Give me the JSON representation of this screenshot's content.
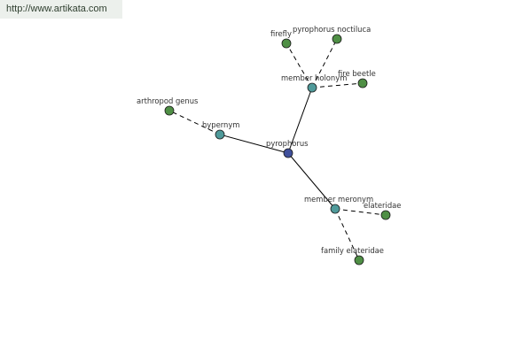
{
  "watermark": "http://www.artikata.com",
  "colors": {
    "root": "#3f4f9b",
    "relation": "#4f9a9a",
    "leaf": "#4f8f45"
  },
  "nodes": {
    "root": "pyrophorus",
    "hypernym": "hypernym",
    "member_holonym": "member holonym",
    "member_meronym": "member meronym",
    "arthropod_genus": "arthropod genus",
    "firefly": "firefly",
    "pyrophorus_noctiluca": "pyrophorus noctiluca",
    "fire_beetle": "fire beetle",
    "elateridae": "elateridae",
    "family_elateridae": "family elateridae"
  }
}
